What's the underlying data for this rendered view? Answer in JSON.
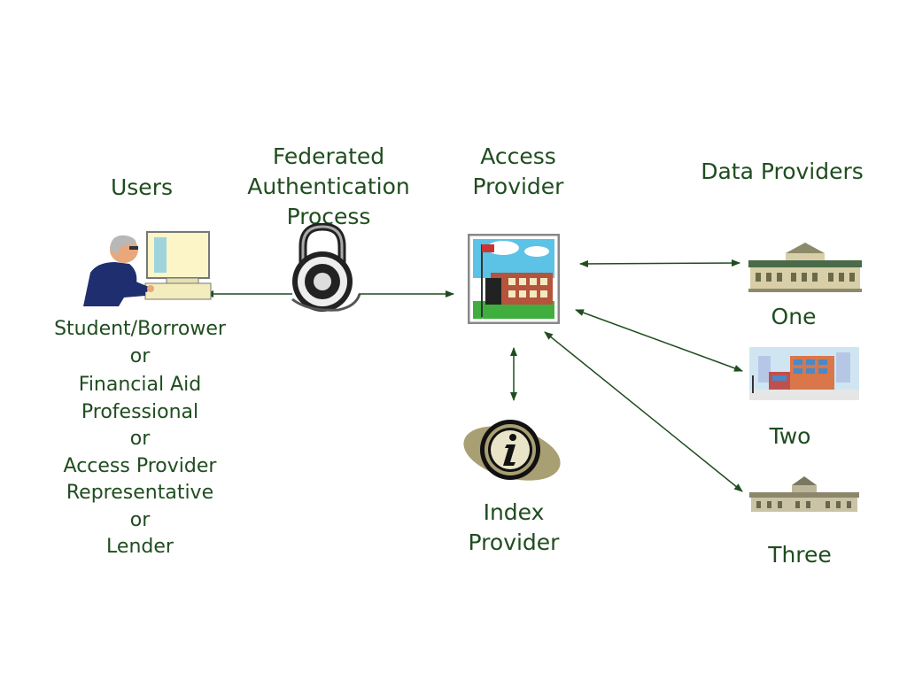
{
  "headings": {
    "users": "Users",
    "federated": [
      "Federated",
      "Authentication",
      "Process"
    ],
    "access_provider": [
      "Access",
      "Provider"
    ],
    "data_providers": "Data Providers"
  },
  "user_roles": [
    "Student/Borrower",
    "or",
    "Financial Aid",
    "Professional",
    "or",
    "Access Provider",
    "Representative",
    "or",
    "Lender"
  ],
  "index_provider": [
    "Index",
    "Provider"
  ],
  "data_provider_labels": [
    "One",
    "Two",
    "Three"
  ],
  "colors": {
    "text": "#1f4d1f",
    "arrow": "#1f4d1f"
  },
  "icons": [
    "user-at-computer-icon",
    "combination-lock-icon",
    "school-building-icon",
    "info-icon",
    "building-one-icon",
    "building-two-icon",
    "building-three-icon"
  ]
}
